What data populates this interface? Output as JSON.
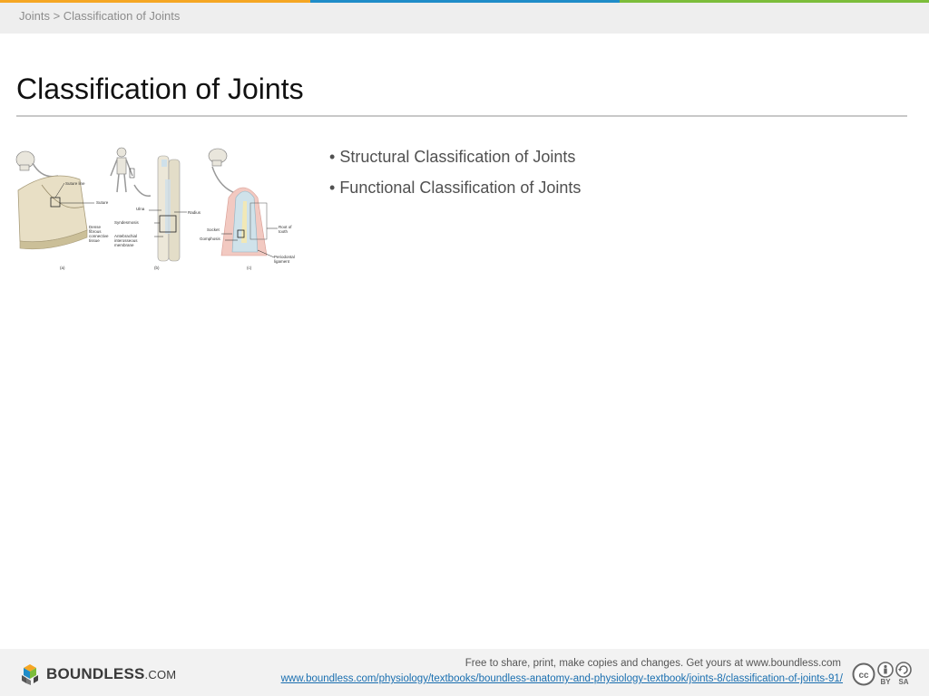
{
  "header": {
    "breadcrumb": "Joints > Classification of Joints",
    "stripe_colors": [
      "#f5a623",
      "#1f8cc8",
      "#7cbd3a"
    ]
  },
  "slide": {
    "title": "Classification of Joints",
    "bullets": [
      "Structural Classification of Joints",
      "Functional Classification of Joints"
    ]
  },
  "figure": {
    "labels": {
      "suture_line": "Suture line",
      "suture": "Suture",
      "dense": "Dense",
      "fibrous": "fibrous",
      "connective": "connective",
      "tissue": "tissue",
      "ulna": "Ulna",
      "radius": "Radius",
      "syndesmosis": "Syndesmosis",
      "antebrachial": "Antebrachial",
      "interosseous": "interosseous",
      "membrane": "membrane",
      "socket": "Socket",
      "gomphosis": "Gomphosis",
      "root_of": "Root of",
      "tooth": "tooth",
      "periodontal": "Periodontal",
      "ligament": "ligament",
      "a": "(a)",
      "b": "(b)",
      "c": "(c)"
    }
  },
  "footer": {
    "logo_text": "BOUNDLESS",
    "logo_suffix": ".COM",
    "share_text": "Free to share, print, make copies and changes. Get yours at www.boundless.com",
    "url_text": "www.boundless.com/physiology/textbooks/boundless-anatomy-and-physiology-textbook/joints-8/classification-of-joints-91/",
    "license_by": "BY",
    "license_sa": "SA"
  }
}
